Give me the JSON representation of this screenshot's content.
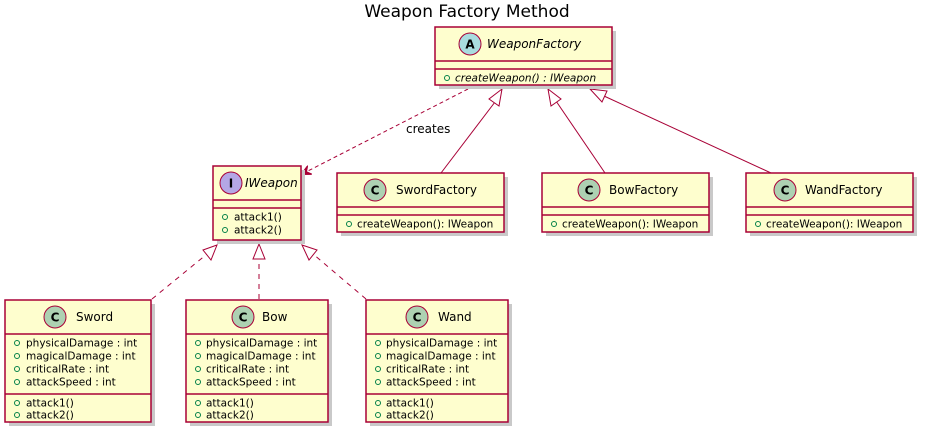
{
  "title": "Weapon Factory Method",
  "classes": {
    "weapon_factory": {
      "stereotype_letter": "A",
      "name": "WeaponFactory",
      "methods": [
        "createWeapon() : IWeapon"
      ]
    },
    "iweapon": {
      "stereotype_letter": "I",
      "name": "IWeapon",
      "methods": [
        "attack1()",
        "attack2()"
      ]
    },
    "sword_factory": {
      "stereotype_letter": "C",
      "name": "SwordFactory",
      "methods": [
        "createWeapon(): IWeapon"
      ]
    },
    "bow_factory": {
      "stereotype_letter": "C",
      "name": "BowFactory",
      "methods": [
        "createWeapon(): IWeapon"
      ]
    },
    "wand_factory": {
      "stereotype_letter": "C",
      "name": "WandFactory",
      "methods": [
        "createWeapon(): IWeapon"
      ]
    },
    "sword": {
      "stereotype_letter": "C",
      "name": "Sword",
      "fields": [
        "physicalDamage : int",
        "magicalDamage : int",
        "criticalRate : int",
        "attackSpeed : int"
      ],
      "methods": [
        "attack1()",
        "attack2()"
      ]
    },
    "bow": {
      "stereotype_letter": "C",
      "name": "Bow",
      "fields": [
        "physicalDamage : int",
        "magicalDamage : int",
        "criticalRate : int",
        "attackSpeed : int"
      ],
      "methods": [
        "attack1()",
        "attack2()"
      ]
    },
    "wand": {
      "stereotype_letter": "C",
      "name": "Wand",
      "fields": [
        "physicalDamage : int",
        "magicalDamage : int",
        "criticalRate : int",
        "attackSpeed : int"
      ],
      "methods": [
        "attack1()",
        "attack2()"
      ]
    }
  },
  "relations": {
    "creates_label": "creates"
  },
  "colors": {
    "box_fill": "#FEFECE",
    "border": "#A80036",
    "abstract_badge": "#A9DCDF",
    "interface_badge": "#B4A7E5",
    "class_badge": "#ADD1B2",
    "visibility_public": "#038048"
  }
}
